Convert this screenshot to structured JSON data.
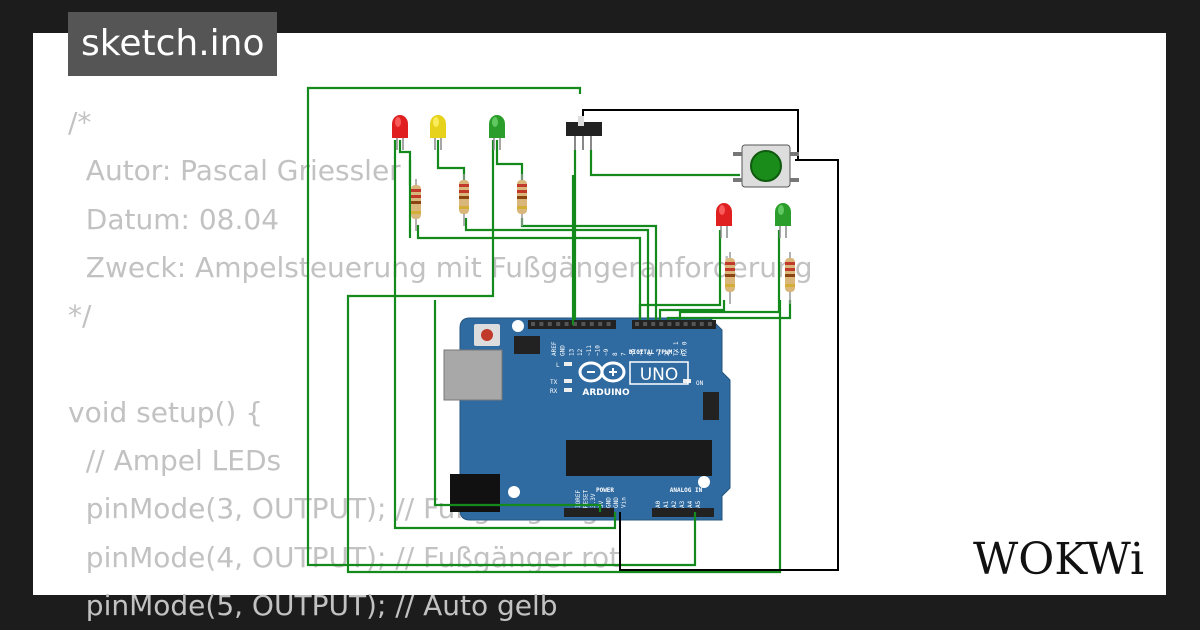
{
  "header": {
    "filename": "sketch.ino"
  },
  "code_lines": [
    "/*",
    "  Autor: Pascal Griessler",
    "  Datum: 08.04",
    "  Zweck: Ampelsteuerung mit Fußgängeranforderung",
    "*/",
    "",
    "void setup() {",
    "  // Ampel LEDs",
    "  pinMode(3, OUTPUT); // Fußgänger grün",
    "  pinMode(4, OUTPUT); // Fußgänger rot",
    "  pinMode(5, OUTPUT); // Auto gelb"
  ],
  "board": {
    "model": "UNO",
    "brand": "ARDUINO",
    "digital_label": "DIGITAL (PWM ~)",
    "power_label": "POWER",
    "analog_label": "ANALOG IN",
    "on_label": "ON",
    "l_label": "L",
    "tx_label": "TX",
    "rx_label": "RX",
    "top_pins": [
      "AREF",
      "GND",
      "13",
      "12",
      "~11",
      "~10",
      "~9",
      "8",
      "7",
      "~6",
      "~5",
      "4",
      "~3",
      "2",
      "TX 1",
      "RX 0"
    ],
    "power_pins": [
      "IOREF",
      "RESET",
      "3.3V",
      "5V",
      "GND",
      "GND",
      "Vin"
    ],
    "analog_pins": [
      "A0",
      "A1",
      "A2",
      "A3",
      "A4",
      "A5"
    ]
  },
  "components": {
    "leds": [
      "red",
      "yellow",
      "green",
      "red",
      "green"
    ],
    "button_color": "green"
  },
  "logo": {
    "text": "WOKWi"
  },
  "colors": {
    "background": "#1c1c1c",
    "board": "#2f6aa0",
    "wire_green": "#138a1b",
    "wire_black": "#000000",
    "tag": "#555555"
  }
}
